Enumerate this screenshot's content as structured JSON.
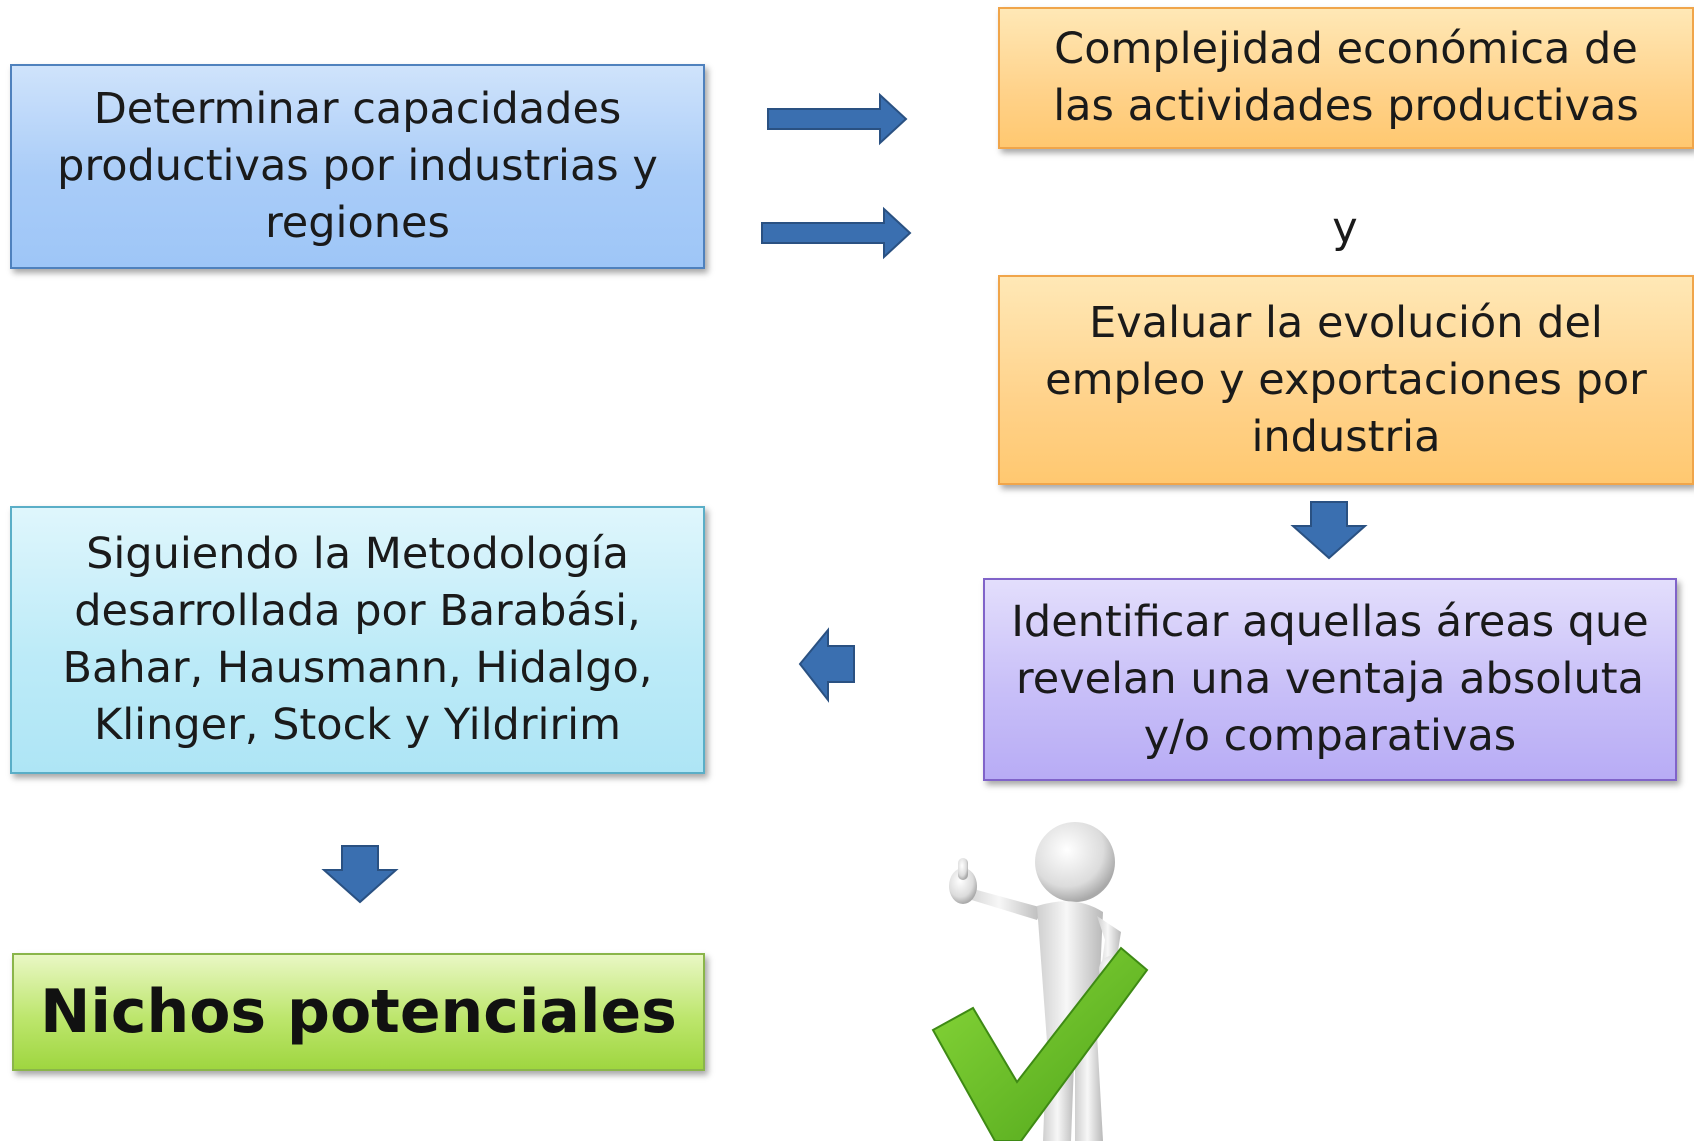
{
  "diagram": {
    "boxes": {
      "capacidades": "Determinar capacidades\nproductivas por industrias y\nregiones",
      "complejidad": "Complejidad económica de\nlas actividades productivas",
      "evaluar": "Evaluar la evolución del\nempleo y exportaciones por\nindustria",
      "identificar": "Identificar aquellas áreas que\nrevelan una ventaja absoluta\ny/o comparativas",
      "metodologia": "Siguiendo la Metodología\ndesarrollada por Barabási,\nBahar, Hausmann, Hidalgo,\nKlinger, Stock y Yildririm",
      "nichos": "Nichos potenciales"
    },
    "connector_y": "y"
  },
  "colors": {
    "arrow": "#3a6fb0",
    "arrow_outline": "#2a5182",
    "check": "#6cc02a"
  },
  "figure": {
    "icon": "thumbs-up-person-with-checkmark-icon"
  }
}
